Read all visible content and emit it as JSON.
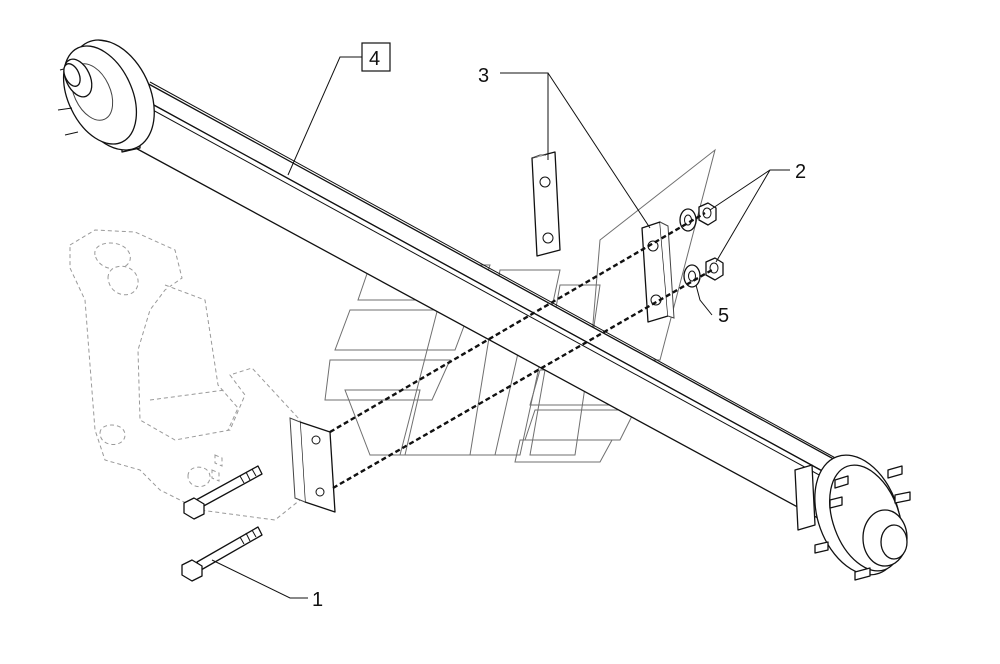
{
  "callouts": [
    {
      "id": "1",
      "label": "1",
      "boxed": false
    },
    {
      "id": "2",
      "label": "2",
      "boxed": false
    },
    {
      "id": "3",
      "label": "3",
      "boxed": false
    },
    {
      "id": "4",
      "label": "4",
      "boxed": true
    },
    {
      "id": "5",
      "label": "5",
      "boxed": false
    }
  ]
}
